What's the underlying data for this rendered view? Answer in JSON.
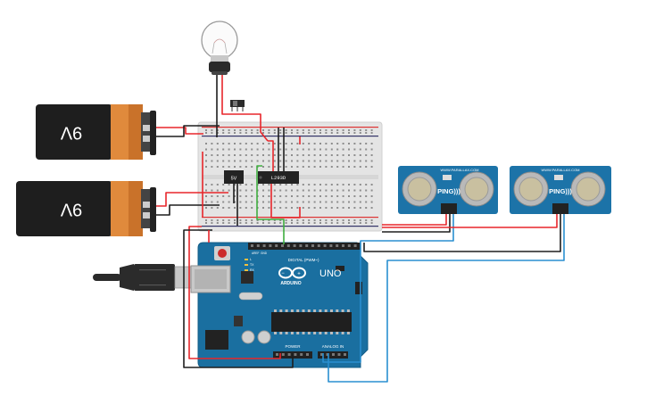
{
  "batteries": [
    {
      "label": "9V"
    },
    {
      "label": "9V"
    }
  ],
  "regulator": {
    "label": "5V"
  },
  "motor_driver": {
    "label": "L293D"
  },
  "arduino": {
    "logo": "ARDUINO",
    "model": "UNO",
    "digital_header": "DIGITAL (PWM~)",
    "power_header": "POWER",
    "analog_header": "ANALOG IN",
    "pin_labels": {
      "aref": "AREF",
      "gnd": "GND",
      "tx": "TX",
      "rx": "RX",
      "l": "L"
    }
  },
  "sensors": [
    {
      "brand": "WWW.PARALLAX.COM",
      "model": "PING)))"
    },
    {
      "brand": "WWW.PARALLAX.COM",
      "model": "PING)))"
    }
  ],
  "colors": {
    "wire_red": "#e8262b",
    "wire_black": "#1e1e1e",
    "wire_blue": "#2a8fd0",
    "wire_green": "#3fae3f",
    "board_blue": "#1a6fa0",
    "sensor_blue": "#1c73a8",
    "battery_copper": "#e08a3c",
    "breadboard": "#e4e4e4"
  }
}
